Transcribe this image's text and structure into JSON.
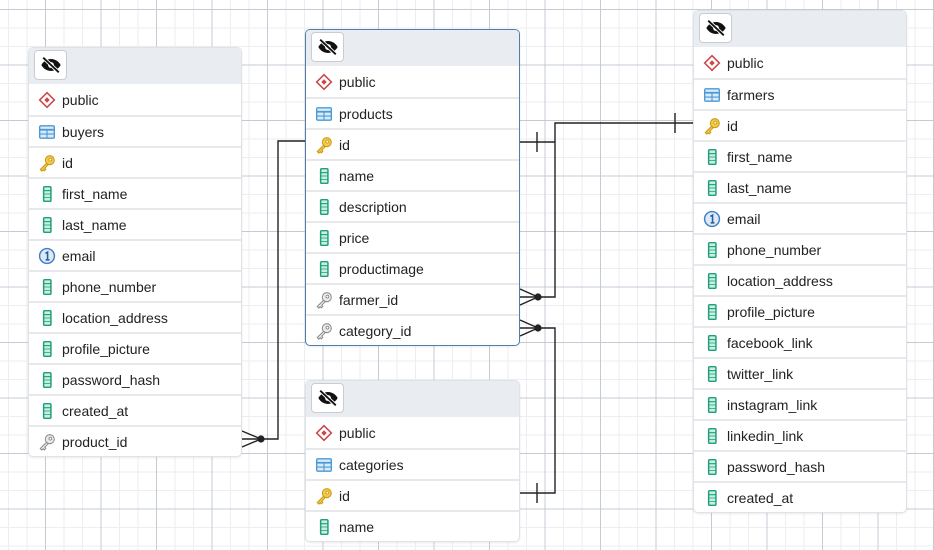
{
  "diagram": {
    "type": "entity-relationship",
    "colors": {
      "selected_border": "#4f7fa9",
      "header_bg": "#e9ecf0",
      "schema_icon": "#c9474a",
      "table_icon": "#4a9ad8",
      "primary_key_icon": "#e8b923",
      "foreign_key_icon": "#8a8a8a",
      "column_icon": "#1f9e7a",
      "unique_icon": "#3f7fc4",
      "connector": "#222222"
    }
  },
  "tables": {
    "buyers": {
      "schema": "public",
      "name": "buyers",
      "selected": false,
      "columns": [
        {
          "name": "id",
          "kind": "primary-key"
        },
        {
          "name": "first_name",
          "kind": "column"
        },
        {
          "name": "last_name",
          "kind": "column"
        },
        {
          "name": "email",
          "kind": "unique"
        },
        {
          "name": "phone_number",
          "kind": "column"
        },
        {
          "name": "location_address",
          "kind": "column"
        },
        {
          "name": "profile_picture",
          "kind": "column"
        },
        {
          "name": "password_hash",
          "kind": "column"
        },
        {
          "name": "created_at",
          "kind": "column"
        },
        {
          "name": "product_id",
          "kind": "foreign-key"
        }
      ]
    },
    "products": {
      "schema": "public",
      "name": "products",
      "selected": true,
      "columns": [
        {
          "name": "id",
          "kind": "primary-key"
        },
        {
          "name": "name",
          "kind": "column"
        },
        {
          "name": "description",
          "kind": "column"
        },
        {
          "name": "price",
          "kind": "column"
        },
        {
          "name": "productimage",
          "kind": "column"
        },
        {
          "name": "farmer_id",
          "kind": "foreign-key"
        },
        {
          "name": "category_id",
          "kind": "foreign-key"
        }
      ]
    },
    "categories": {
      "schema": "public",
      "name": "categories",
      "selected": false,
      "columns": [
        {
          "name": "id",
          "kind": "primary-key"
        },
        {
          "name": "name",
          "kind": "column"
        }
      ]
    },
    "farmers": {
      "schema": "public",
      "name": "farmers",
      "selected": false,
      "columns": [
        {
          "name": "id",
          "kind": "primary-key"
        },
        {
          "name": "first_name",
          "kind": "column"
        },
        {
          "name": "last_name",
          "kind": "column"
        },
        {
          "name": "email",
          "kind": "unique"
        },
        {
          "name": "phone_number",
          "kind": "column"
        },
        {
          "name": "location_address",
          "kind": "column"
        },
        {
          "name": "profile_picture",
          "kind": "column"
        },
        {
          "name": "facebook_link",
          "kind": "column"
        },
        {
          "name": "twitter_link",
          "kind": "column"
        },
        {
          "name": "instagram_link",
          "kind": "column"
        },
        {
          "name": "linkedin_link",
          "kind": "column"
        },
        {
          "name": "password_hash",
          "kind": "column"
        },
        {
          "name": "created_at",
          "kind": "column"
        }
      ]
    }
  },
  "relationships": [
    {
      "from": "buyers.product_id",
      "to": "products.id",
      "cardinality": "many-to-one"
    },
    {
      "from": "products.farmer_id",
      "to": "farmers.id",
      "cardinality": "many-to-one"
    },
    {
      "from": "products.category_id",
      "to": "categories.id",
      "cardinality": "many-to-one"
    }
  ]
}
